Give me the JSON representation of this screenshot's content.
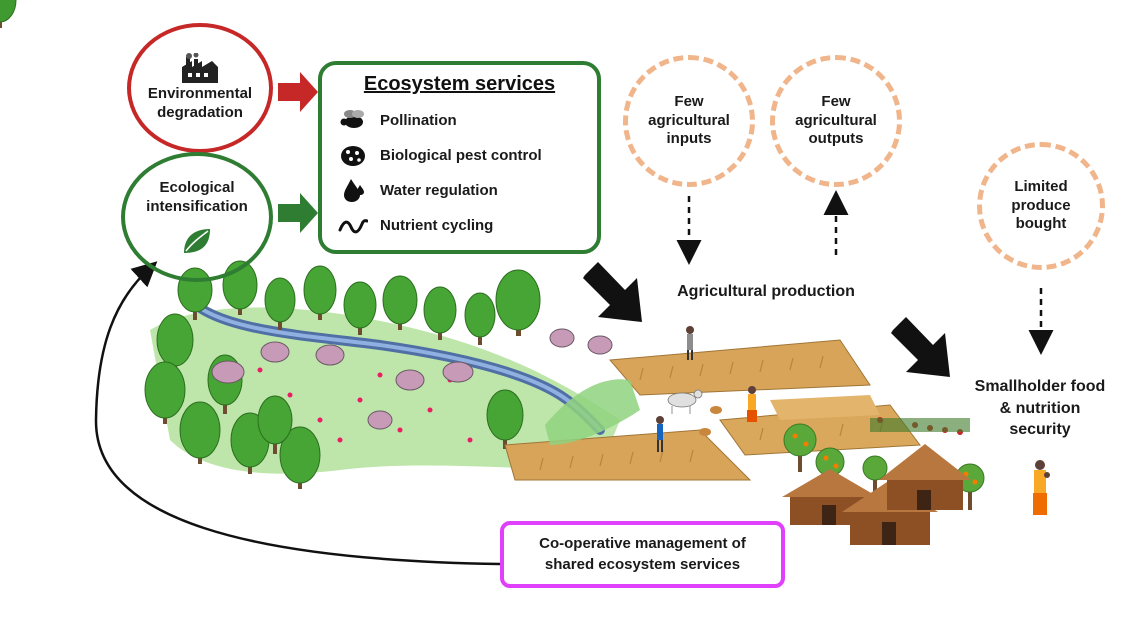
{
  "circles": {
    "environmental": "Environmental\ndegradation",
    "ecological": "Ecological\nintensification"
  },
  "ecosystem_services": {
    "title": "Ecosystem services",
    "items": [
      "Pollination",
      "Biological pest control",
      "Water regulation",
      "Nutrient cycling"
    ]
  },
  "dashed": {
    "few_inputs": "Few\nagricultural\ninputs",
    "few_outputs": "Few\nagricultural\noutputs",
    "limited": "Limited\nproduce\nbought"
  },
  "labels": {
    "agricultural_production": "Agricultural production",
    "smallholder": "Smallholder food\n& nutrition\nsecurity",
    "cooperative": "Co-operative management of\nshared ecosystem services"
  },
  "colors": {
    "red": "#c62828",
    "green": "#2e7d32",
    "peach": "#f0b58a",
    "magenta": "#e040fb"
  },
  "icons": [
    "factory-icon",
    "leaf-icon",
    "bee-icon",
    "ladybug-icon",
    "water-drop-icon",
    "worm-icon",
    "tree-icon",
    "hut-icon",
    "farmer-icon",
    "goat-icon",
    "chicken-icon"
  ]
}
